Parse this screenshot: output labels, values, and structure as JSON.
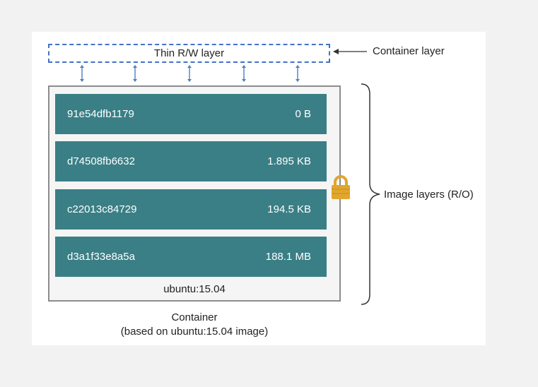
{
  "rw_layer": {
    "label": "Thin R/W layer"
  },
  "container_layer_label": "Container layer",
  "image_layers_label": "Image layers (R/O)",
  "layers": [
    {
      "id": "91e54dfb1179",
      "size": "0 B"
    },
    {
      "id": "d74508fb6632",
      "size": "1.895 KB"
    },
    {
      "id": "c22013c84729",
      "size": "194.5 KB"
    },
    {
      "id": "d3a1f33e8a5a",
      "size": "188.1 MB"
    }
  ],
  "base_image": "ubuntu:15.04",
  "caption": {
    "line1": "Container",
    "line2": "(based on ubuntu:15.04 image)"
  },
  "colors": {
    "layer_fill": "#3a7f85",
    "dashed_border": "#4472c4",
    "arrow": "#4a7fc0",
    "lock": "#e0a62d"
  },
  "icons": [
    "up-down-arrow-icon",
    "lock-icon",
    "left-arrow-icon",
    "right-brace-icon"
  ]
}
